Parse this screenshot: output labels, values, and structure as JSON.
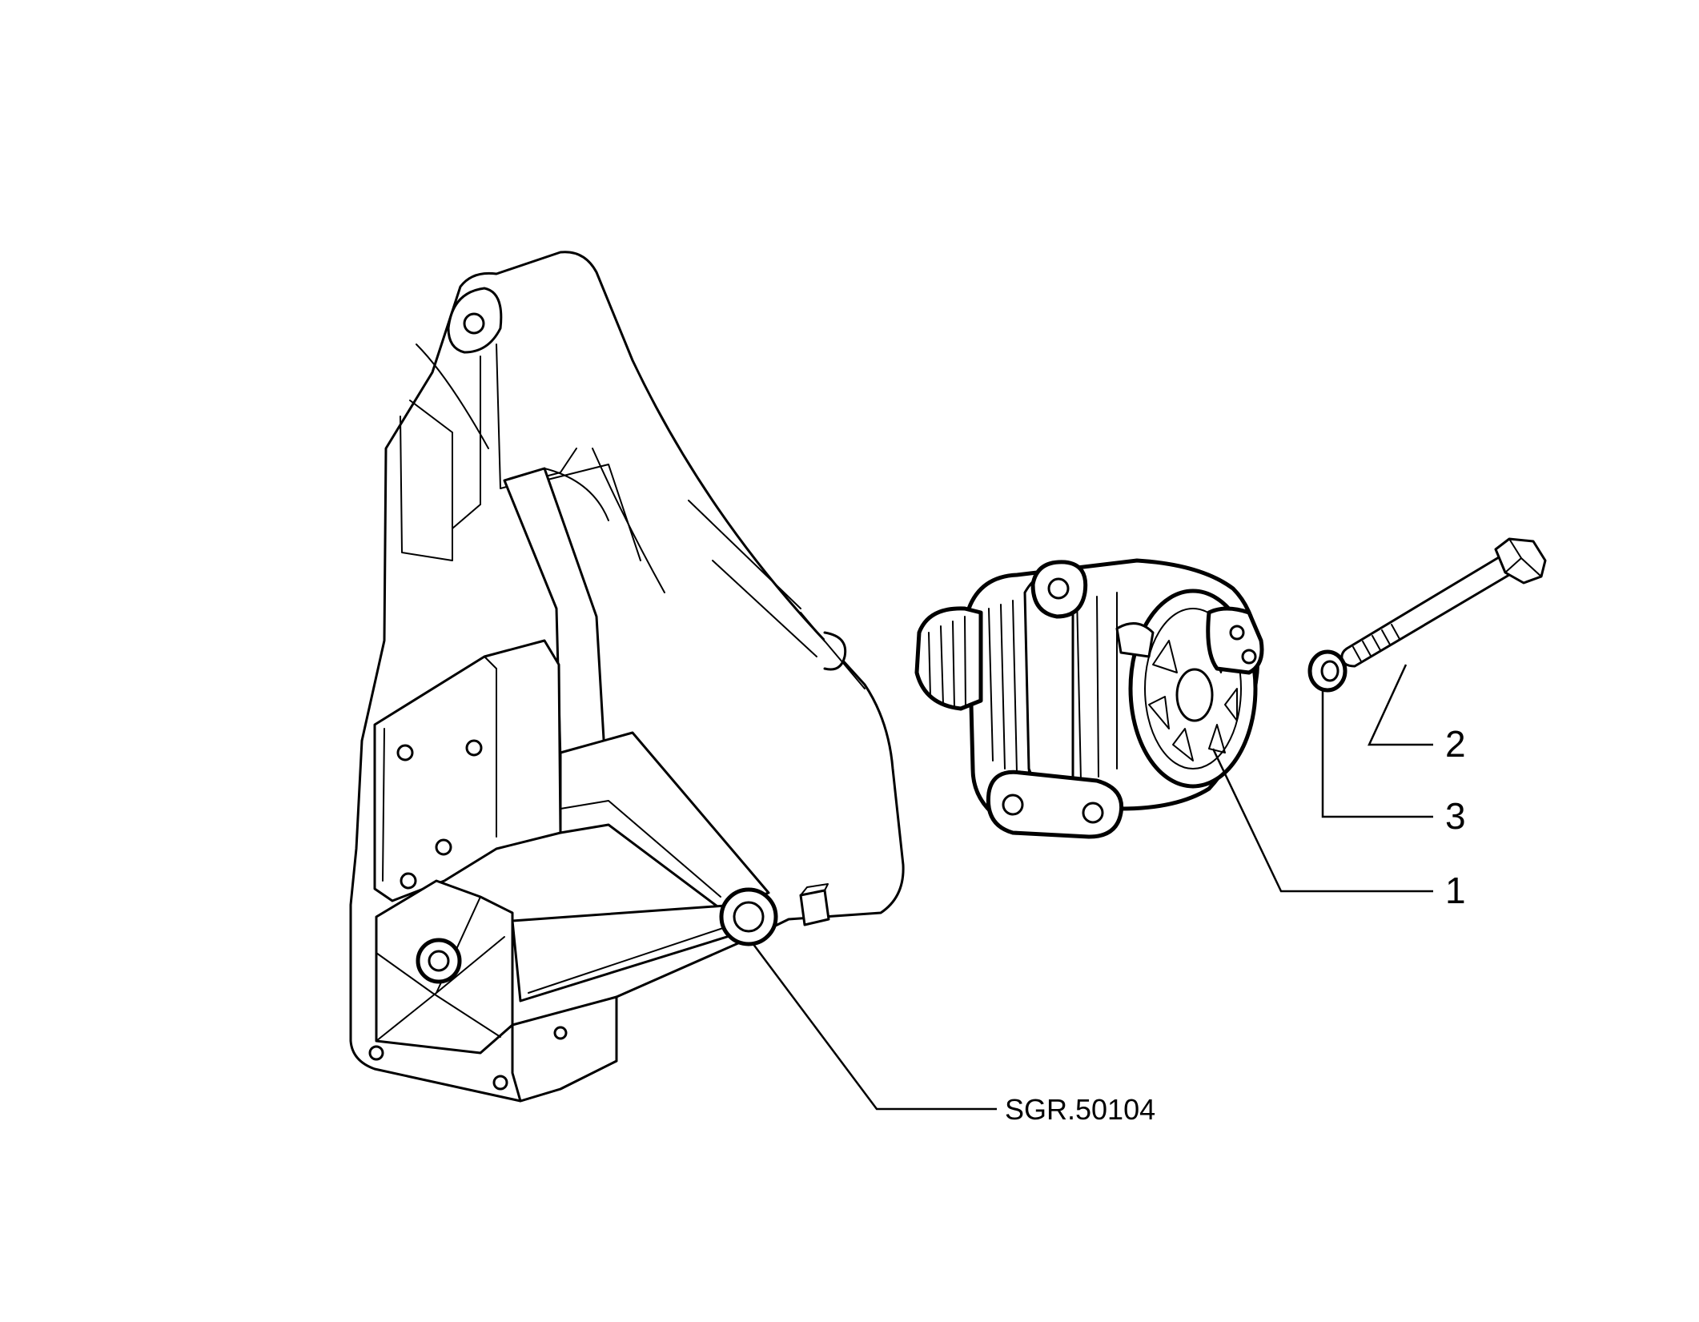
{
  "diagram": {
    "callouts": [
      {
        "id": "alternator",
        "label": "1"
      },
      {
        "id": "bolt",
        "label": "2"
      },
      {
        "id": "washer",
        "label": "3"
      }
    ],
    "reference": {
      "label": "SGR.50104"
    }
  }
}
